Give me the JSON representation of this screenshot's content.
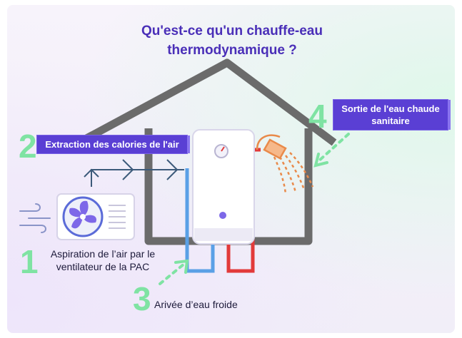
{
  "title": "Qu'est-ce qu'un chauffe-eau thermodynamique ?",
  "steps": [
    {
      "number": "1",
      "text": "Aspiration de l’air par le ventilateur de la PAC"
    },
    {
      "number": "2",
      "text": "Extraction des calories de l'air"
    },
    {
      "number": "3",
      "text": "Arivée d’eau froide"
    },
    {
      "number": "4",
      "text": "Sortie de l'eau chaude sanitaire"
    }
  ],
  "colors": {
    "title": "#4a2fb8",
    "label_bg": "#5a3fd4",
    "step_number": "#7fe3a3",
    "cold_pipe": "#5aa0e6",
    "hot_pipe": "#e23a3a",
    "shower": "#e98a4a",
    "house": "#6b6b6b",
    "fan": "#7d68e8"
  },
  "icons": [
    "house-outline",
    "heat-pump-unit",
    "fan-icon",
    "air-flow-icon",
    "water-tank",
    "thermometer-icon",
    "shower-head-icon",
    "cold-water-pipe",
    "hot-water-pipe",
    "arrow-icon"
  ]
}
